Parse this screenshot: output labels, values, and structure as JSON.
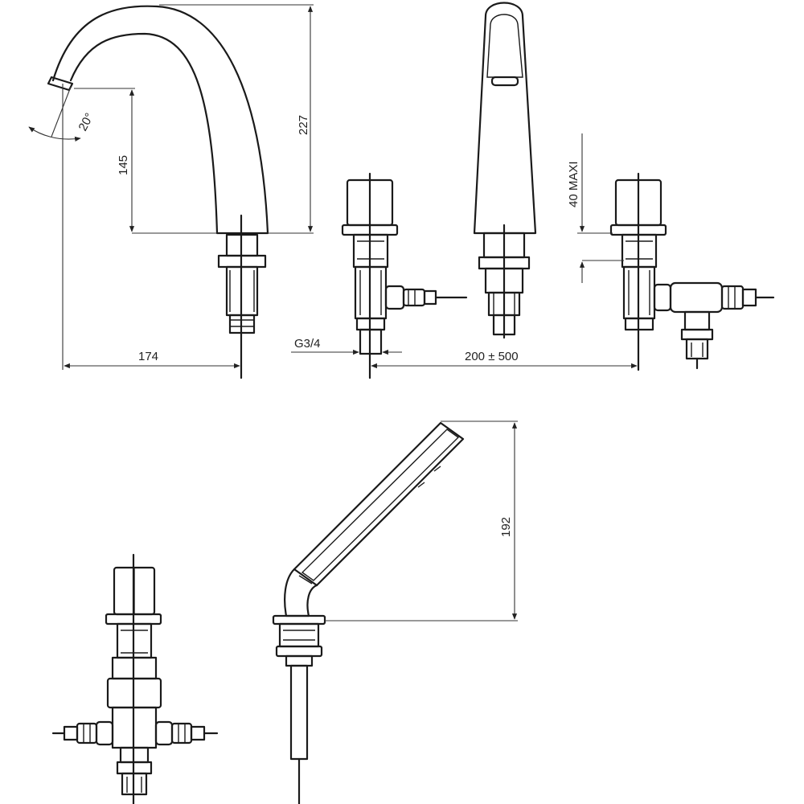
{
  "dimensions": {
    "spout_height": "227",
    "outlet_height": "145",
    "spout_reach": "174",
    "swivel_angle": "20°",
    "thread_size": "G3/4",
    "spacing_range": "200 ± 500",
    "deck_thickness": "40 MAXI",
    "handshower_height": "192"
  },
  "colors": {
    "line": "#1a1a1a",
    "background": "#ffffff"
  }
}
